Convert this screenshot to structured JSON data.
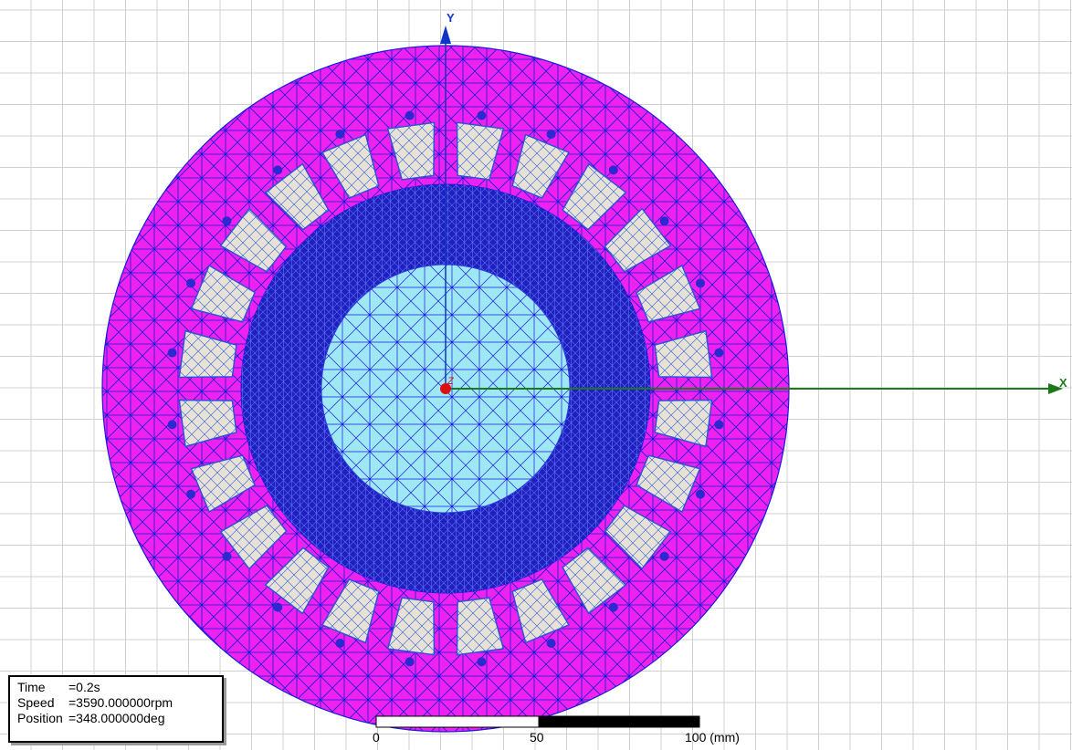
{
  "axes": {
    "x_label": "X",
    "y_label": "Y",
    "z_label": "Z",
    "x_color": "#1a7a1a",
    "y_color": "#1033c8",
    "origin_color": "#dd1010"
  },
  "colors": {
    "stator": "#ee22ee",
    "mesh": "#1a1adb",
    "slot_fill": "#e8e2d6",
    "rotor_core": "#2020c0",
    "shaft": "#9ee8f6",
    "grid": "#d0d0d0",
    "background": "#ffffff"
  },
  "model": {
    "stator_slots": 24
  },
  "info": {
    "time_key": "Time",
    "time_val": "=0.2s",
    "speed_key": "Speed",
    "speed_val": "=3590.000000rpm",
    "position_key": "Position",
    "position_val": "=348.000000deg"
  },
  "scale": {
    "tick0": "0",
    "tick1": "50",
    "tick2": "100 (mm)"
  }
}
